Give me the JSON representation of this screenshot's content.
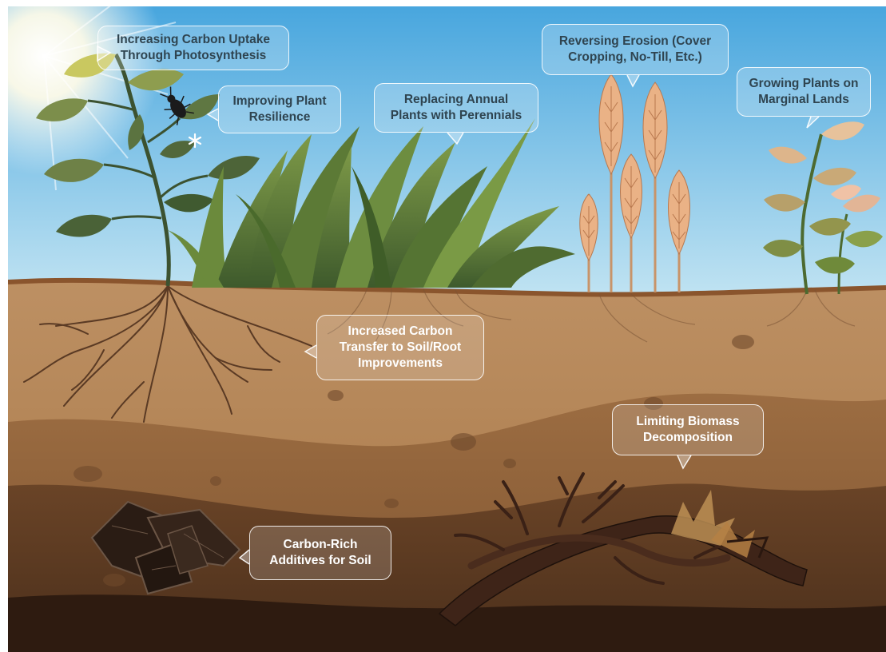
{
  "callouts": {
    "carbon_uptake": "Increasing Carbon Uptake\nThrough Photosynthesis",
    "plant_resilience": "Improving Plant\nResilience",
    "perennials": "Replacing Annual\nPlants with Perennials",
    "erosion": "Reversing Erosion (Cover\nCropping, No-Till, Etc.)",
    "marginal_lands": "Growing Plants on\nMarginal Lands",
    "root_transfer": "Increased Carbon\nTransfer to Soil/Root\nImprovements",
    "biomass": "Limiting Biomass\nDecomposition",
    "additives": "Carbon-Rich\nAdditives for Soil"
  },
  "colors": {
    "sky_top": "#4aa9df",
    "sky_bottom": "#c9e8f4",
    "soil_top": "#b98a5a",
    "soil_mid": "#8c5f36",
    "soil_deep": "#3a2416",
    "plant_green": "#4f6b3a",
    "wheat": "#e9a87a"
  },
  "icons": [
    "sun-icon",
    "beetle-icon",
    "snowflake-icon",
    "plant-icon",
    "grass-icon",
    "wheat-icon",
    "marginal-plant-icon",
    "roots-icon",
    "charcoal-icon",
    "branch-icon"
  ]
}
